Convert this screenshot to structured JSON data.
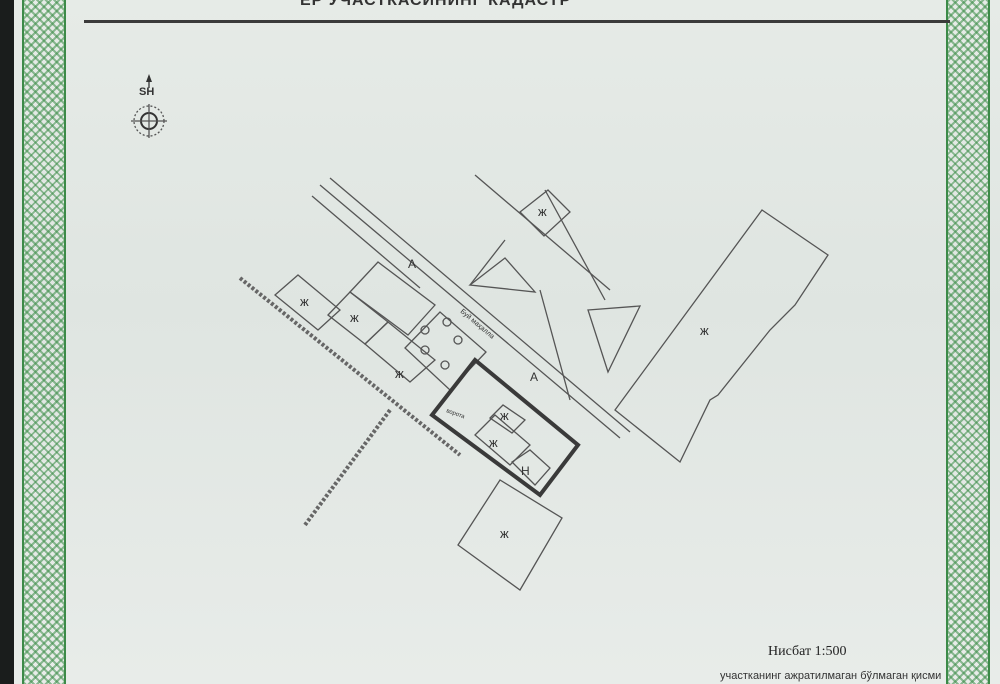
{
  "document": {
    "header_title": "ЕР УЧАСТКАСИНИНГ КАДАСТР",
    "compass_label": "SH",
    "scale_text": "Нисбат 1:500",
    "bottom_note": "участканинг ажратилмаган бўлмаган қисми"
  },
  "plan": {
    "street_label": "Буй маҳалла",
    "street_marker": "А",
    "building_symbol": "ж",
    "outbuilding_symbol": "Н",
    "gate_label": "ворота"
  }
}
